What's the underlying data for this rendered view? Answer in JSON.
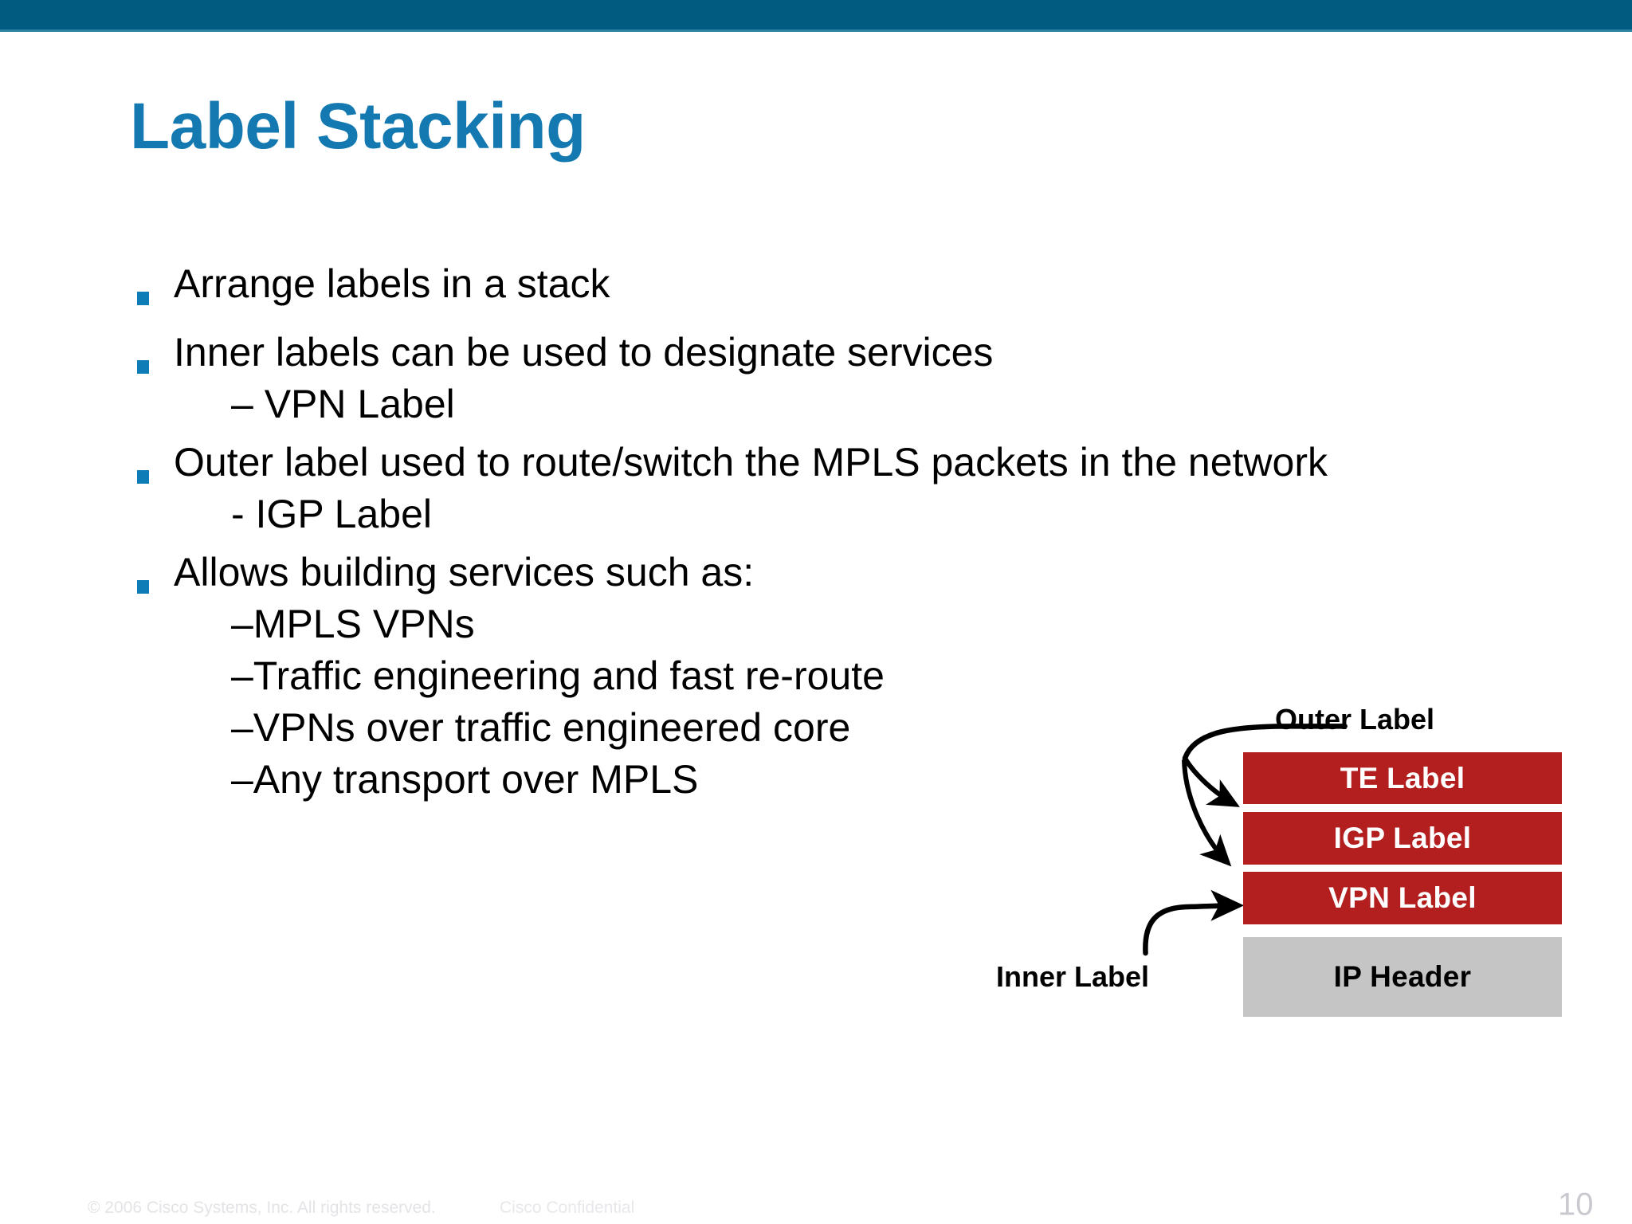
{
  "slide": {
    "title": "Label Stacking",
    "accent_blue": "#1379B0",
    "topbar_color": "#015B80",
    "bullet_square_color": "#0E7CB6",
    "label_red": "#B31E1E",
    "ip_header_gray": "#C5C5C5"
  },
  "body": {
    "bullets": [
      {
        "level": 1,
        "text": "Arrange labels in a stack"
      },
      {
        "level": 1,
        "text": "Inner labels can be used to designate services"
      },
      {
        "level": 2,
        "text": "– VPN Label"
      },
      {
        "level": 1,
        "text": "Outer label used to route/switch the MPLS packets in the network"
      },
      {
        "level": 2,
        "text": "- IGP Label"
      },
      {
        "level": 1,
        "text": "Allows building services such as:"
      },
      {
        "level": 2,
        "text": "–MPLS VPNs"
      },
      {
        "level": 2,
        "text": "–Traffic engineering and fast re-route"
      },
      {
        "level": 2,
        "text": "–VPNs over traffic engineered core"
      },
      {
        "level": 2,
        "text": "–Any transport over MPLS"
      }
    ]
  },
  "diagram": {
    "callout_outer": "Outer Label",
    "callout_inner": "Inner Label",
    "stack": [
      {
        "label": "TE Label",
        "kind": "mpls-label"
      },
      {
        "label": "IGP Label",
        "kind": "mpls-label"
      },
      {
        "label": "VPN Label",
        "kind": "mpls-label"
      },
      {
        "label": "IP Header",
        "kind": "payload-header"
      }
    ]
  },
  "footer": {
    "copyright": "© 2006 Cisco Systems, Inc. All rights reserved.",
    "confidential": "Cisco Confidential",
    "page_number": "10"
  }
}
